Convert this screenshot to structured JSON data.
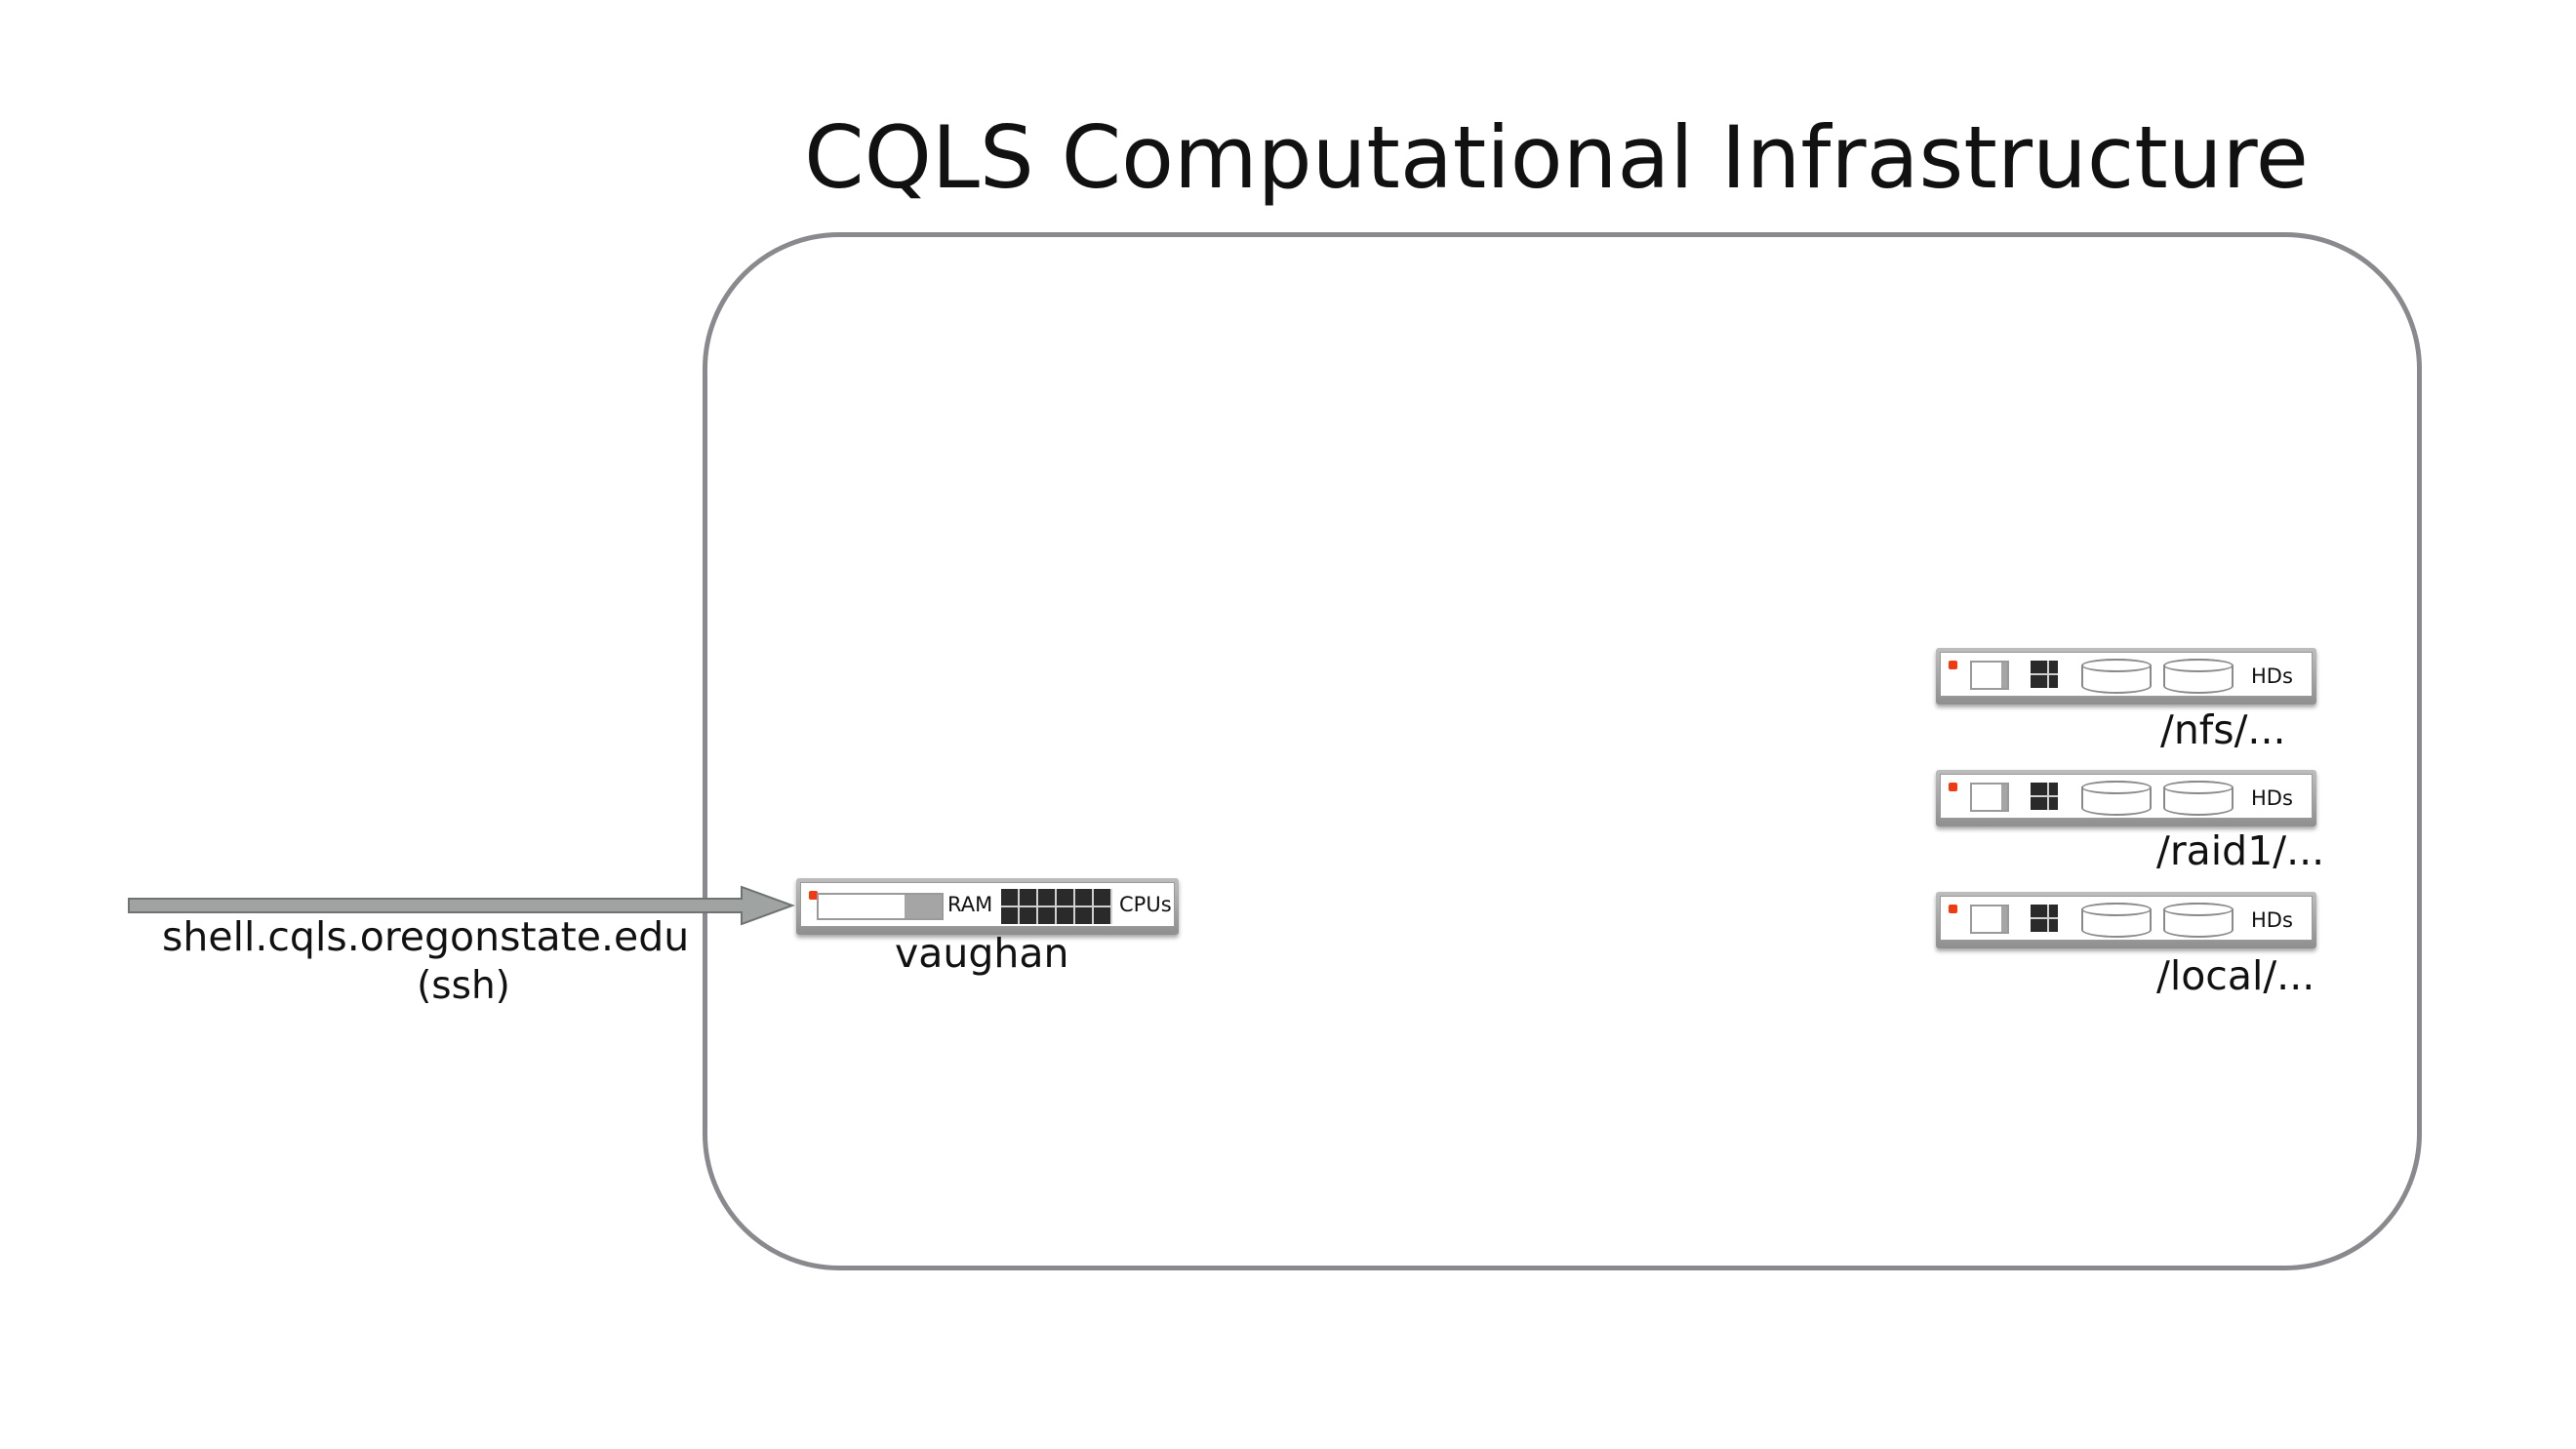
{
  "diagram": {
    "title": "CQLS Computational Infrastructure",
    "entry": {
      "host": "shell.cqls.oregonstate.edu",
      "protocol": "(ssh)"
    },
    "compute_node": {
      "name": "vaughan",
      "ram_label": "RAM",
      "cpu_label": "CPUs",
      "ram_usage_fraction": 0.3
    },
    "storage": [
      {
        "path": "/nfs/...",
        "hd_label": "HDs"
      },
      {
        "path": "/raid1/...",
        "hd_label": "HDs"
      },
      {
        "path": "/local/...",
        "hd_label": "HDs"
      }
    ],
    "colors": {
      "border": "#8a8a8e",
      "arrow": "#9fa3a2",
      "led": "#f23a12"
    }
  }
}
